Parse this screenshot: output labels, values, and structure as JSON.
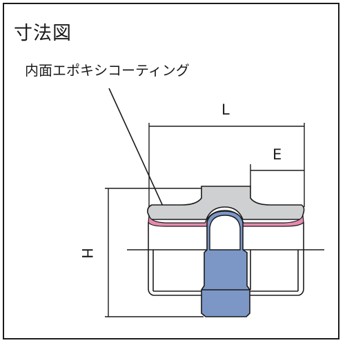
{
  "title": "寸法図",
  "callout": "内面エポキシコーティング",
  "dimensions": {
    "L": "L",
    "E": "E",
    "H": "H"
  },
  "colors": {
    "outline": "#1a1a1a",
    "body_fill": "#cfd0d2",
    "coating": "#e58bb0",
    "bore_fill": "#7c97c6",
    "background": "#ffffff"
  }
}
